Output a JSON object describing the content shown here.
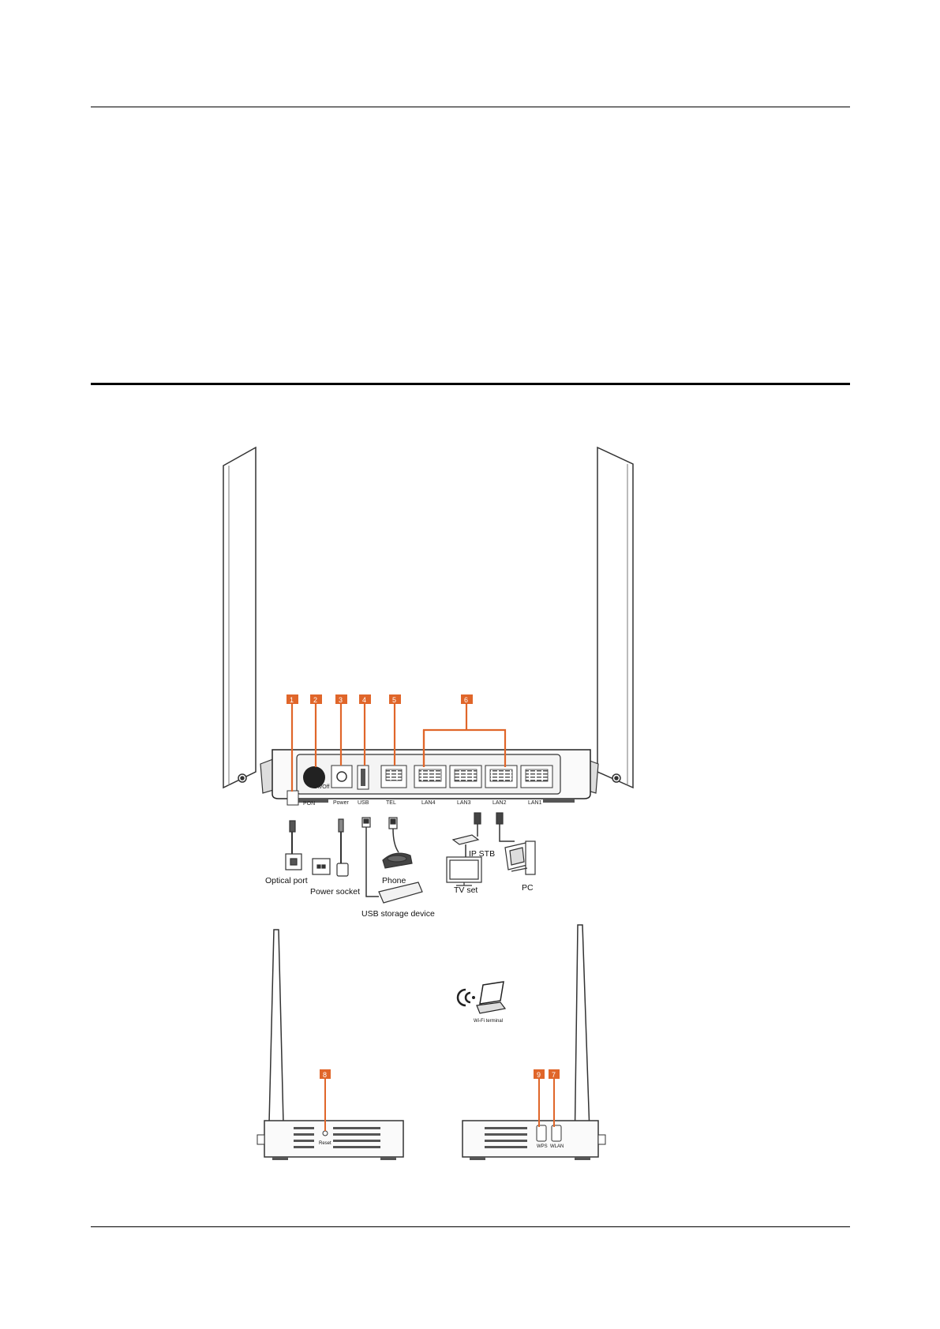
{
  "rear_panel": {
    "callouts": [
      "1",
      "2",
      "3",
      "4",
      "5",
      "6"
    ],
    "port_labels": {
      "on_off": "On/Off",
      "pon": "PON",
      "power": "Power",
      "usb": "USB",
      "tel": "TEL",
      "lan4": "LAN4",
      "lan3": "LAN3",
      "lan2": "LAN2",
      "lan1": "LAN1"
    },
    "devices": {
      "optical_port": "Optical port",
      "power_socket": "Power socket",
      "usb_storage": "USB storage device",
      "phone": "Phone",
      "ip_stb": "IP STB",
      "tv_set": "TV set",
      "pc": "PC"
    }
  },
  "side_left": {
    "callout": "8",
    "reset_label": "Reset"
  },
  "side_right": {
    "callouts": [
      "9",
      "7"
    ],
    "wps_label": "WPS",
    "wlan_label": "WLAN",
    "wifi_terminal": "Wi-Fi terminal"
  },
  "colors": {
    "callout": "#e0662a",
    "line": "#000000",
    "outline": "#333333"
  }
}
